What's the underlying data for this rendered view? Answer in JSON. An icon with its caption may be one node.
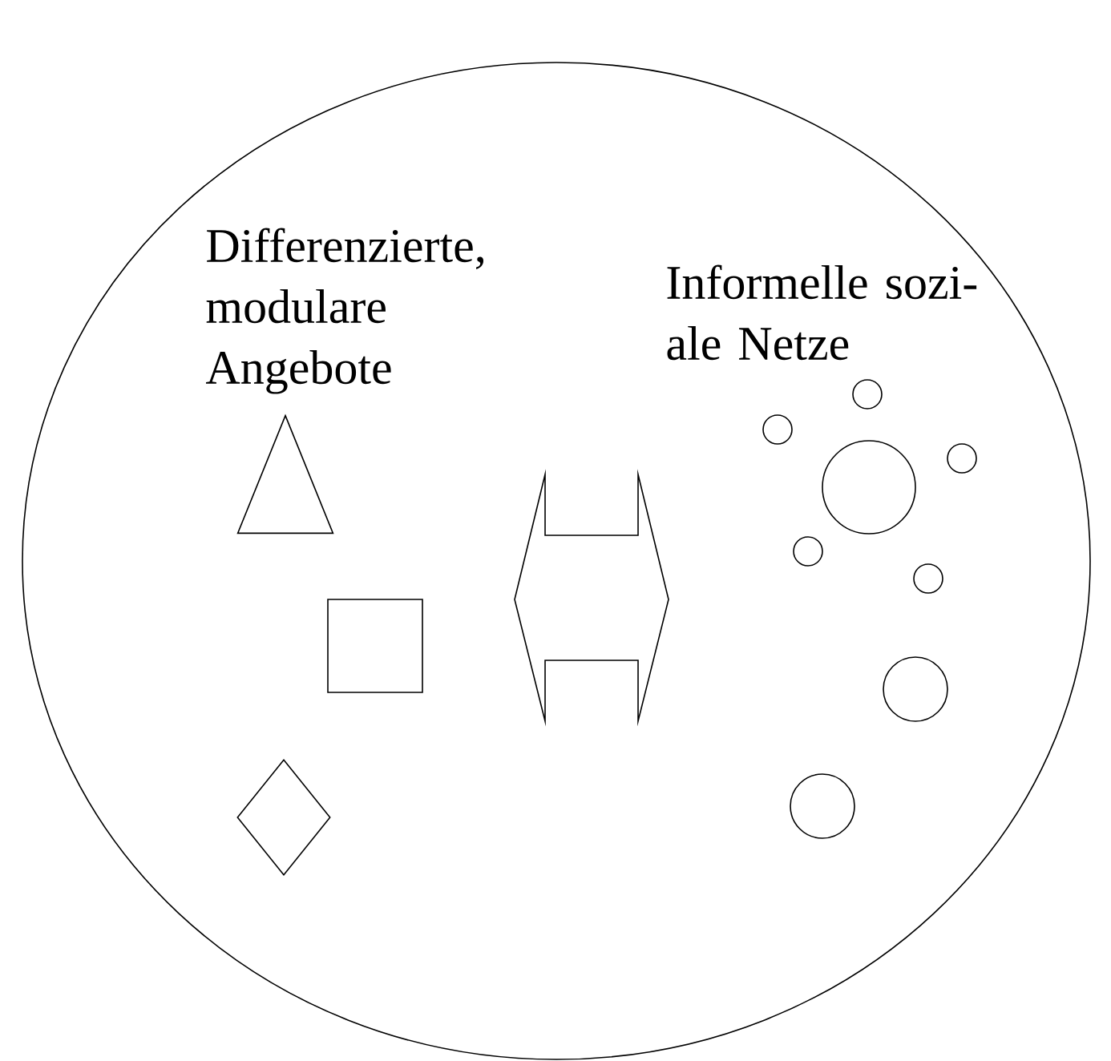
{
  "diagram": {
    "nodes": [
      {
        "text": [
          "Differenzierte, modulare Angebote",
          "Informelle sozi-ale Netze"
        ]
      },
      {
        "text": [],
        "shape": "triangle",
        "in": 0
      },
      {
        "text": [],
        "shape": "box",
        "in": 0
      },
      {
        "text": [],
        "shape": "diamond",
        "in": 0
      },
      {
        "text": [],
        "shape": "circle",
        "in": 0
      },
      {
        "text": [],
        "shape": "circle",
        "in": 0
      },
      {
        "text": [],
        "shape": "circle",
        "in": 0
      },
      {
        "text": [],
        "shape": "circle",
        "in": 0
      },
      {
        "text": [],
        "shape": "circle",
        "in": 0
      },
      {
        "text": [],
        "shape": "circle",
        "in": 0
      },
      {
        "text": [],
        "shape": "circle",
        "in": 0
      },
      {
        "text": [],
        "shape": "circle",
        "in": 0
      }
    ],
    "edges": []
  }
}
